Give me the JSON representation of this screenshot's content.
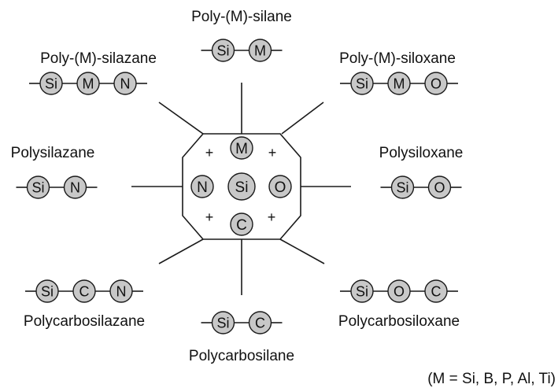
{
  "colors": {
    "atom_fill": "#c8c8c8",
    "stroke": "#1a1a1a",
    "text": "#111111"
  },
  "center": {
    "core": "Si",
    "top": "M",
    "left": "N",
    "right": "O",
    "bottom": "C",
    "plus": [
      "+",
      "+",
      "+",
      "+"
    ]
  },
  "polymers": [
    {
      "name": "Poly-(M)-silane",
      "units": [
        "Si",
        "M"
      ]
    },
    {
      "name": "Poly-(M)-silazane",
      "units": [
        "Si",
        "M",
        "N"
      ]
    },
    {
      "name": "Poly-(M)-siloxane",
      "units": [
        "Si",
        "M",
        "O"
      ]
    },
    {
      "name": "Polysilazane",
      "units": [
        "Si",
        "N"
      ]
    },
    {
      "name": "Polysiloxane",
      "units": [
        "Si",
        "O"
      ]
    },
    {
      "name": "Polycarbosilazane",
      "units": [
        "Si",
        "C",
        "N"
      ]
    },
    {
      "name": "Polycarbosilane",
      "units": [
        "Si",
        "C"
      ]
    },
    {
      "name": "Polycarbosiloxane",
      "units": [
        "Si",
        "O",
        "C"
      ]
    }
  ],
  "footnote": "(M = Si, B, P, Al, Ti)"
}
